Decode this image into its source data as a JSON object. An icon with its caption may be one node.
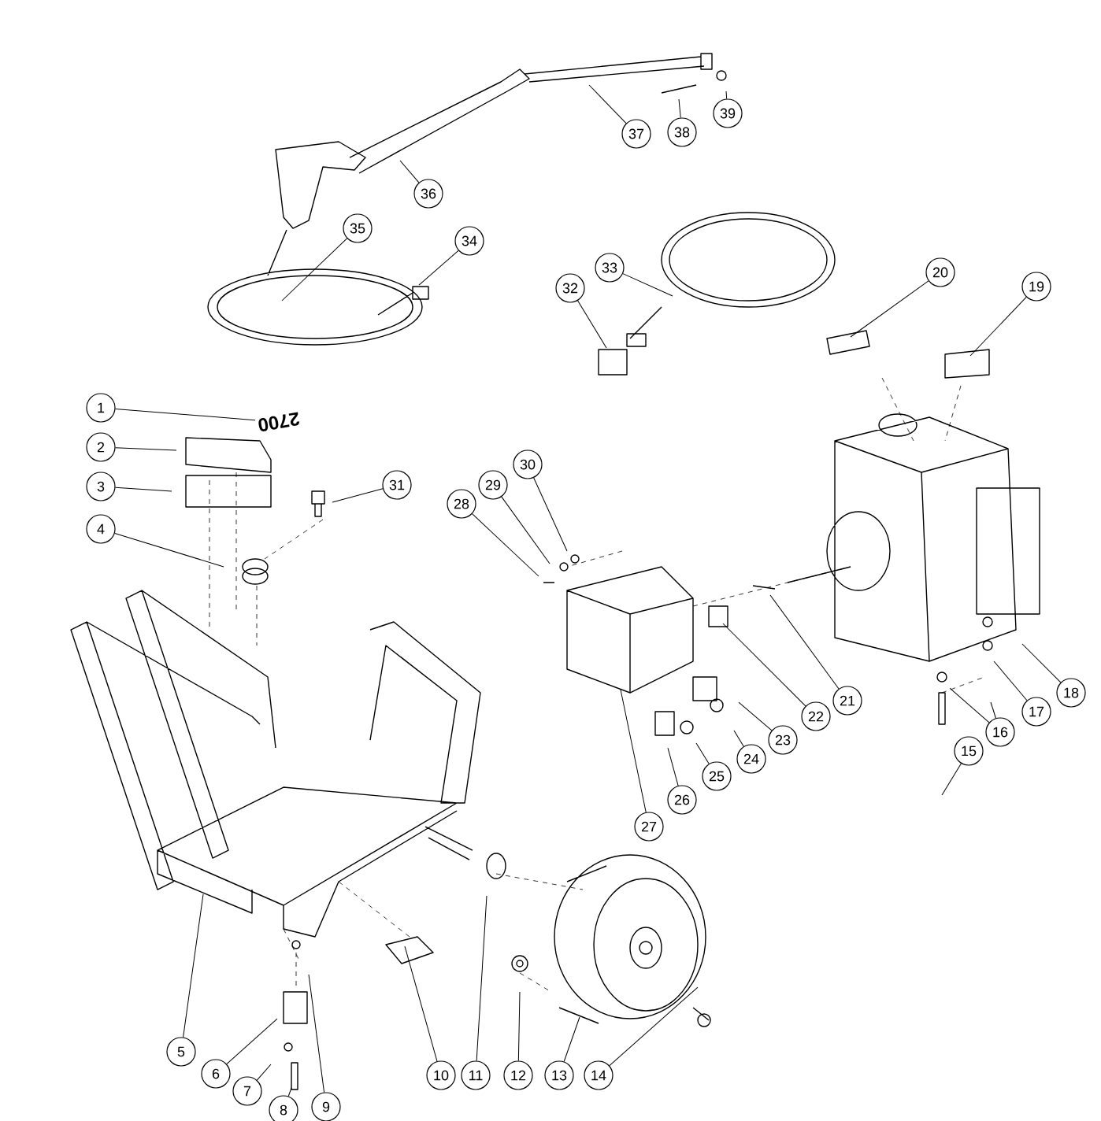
{
  "diagram": {
    "nodes": [
      {
        "text": [
          "1"
        ]
      },
      {
        "text": [
          "2"
        ]
      },
      {
        "text": [
          "3"
        ]
      },
      {
        "text": [
          "4"
        ]
      },
      {
        "text": [
          "5"
        ]
      },
      {
        "text": [
          "6"
        ]
      },
      {
        "text": [
          "7"
        ]
      },
      {
        "text": [
          "8"
        ]
      },
      {
        "text": [
          "9"
        ]
      },
      {
        "text": [
          "10"
        ]
      },
      {
        "text": [
          "11"
        ]
      },
      {
        "text": [
          "12"
        ]
      },
      {
        "text": [
          "13"
        ]
      },
      {
        "text": [
          "14"
        ]
      },
      {
        "text": [
          "15"
        ]
      },
      {
        "text": [
          "16"
        ]
      },
      {
        "text": [
          "17"
        ]
      },
      {
        "text": [
          "18"
        ]
      },
      {
        "text": [
          "19"
        ]
      },
      {
        "text": [
          "20"
        ]
      },
      {
        "text": [
          "21"
        ]
      },
      {
        "text": [
          "22"
        ]
      },
      {
        "text": [
          "23"
        ]
      },
      {
        "text": [
          "24"
        ]
      },
      {
        "text": [
          "25"
        ]
      },
      {
        "text": [
          "26"
        ]
      },
      {
        "text": [
          "27"
        ]
      },
      {
        "text": [
          "28"
        ]
      },
      {
        "text": [
          "29"
        ]
      },
      {
        "text": [
          "30"
        ]
      },
      {
        "text": [
          "31"
        ]
      },
      {
        "text": [
          "32"
        ]
      },
      {
        "text": [
          "33"
        ]
      },
      {
        "text": [
          "34"
        ]
      },
      {
        "text": [
          "35"
        ]
      },
      {
        "text": [
          "36"
        ]
      },
      {
        "text": [
          "37"
        ]
      },
      {
        "text": [
          "38"
        ]
      },
      {
        "text": [
          "39"
        ]
      },
      {
        "text": [
          "2700"
        ]
      }
    ],
    "edges": [
      {
        "from": 0,
        "to": 39,
        "arrow": "none"
      },
      {
        "from": 1,
        "to": null,
        "arrow": "none"
      },
      {
        "from": 2,
        "to": null,
        "arrow": "none"
      },
      {
        "from": 3,
        "to": null,
        "arrow": "none"
      },
      {
        "from": 4,
        "to": null,
        "arrow": "none"
      },
      {
        "from": 5,
        "to": null,
        "arrow": "none"
      },
      {
        "from": 6,
        "to": null,
        "arrow": "none"
      },
      {
        "from": 7,
        "to": null,
        "arrow": "none"
      },
      {
        "from": 8,
        "to": null,
        "arrow": "none"
      },
      {
        "from": 9,
        "to": null,
        "arrow": "none"
      },
      {
        "from": 10,
        "to": null,
        "arrow": "none"
      },
      {
        "from": 11,
        "to": null,
        "arrow": "none"
      },
      {
        "from": 12,
        "to": null,
        "arrow": "none"
      },
      {
        "from": 13,
        "to": null,
        "arrow": "none"
      },
      {
        "from": 14,
        "to": null,
        "arrow": "none"
      },
      {
        "from": 15,
        "to": null,
        "arrow": "none"
      },
      {
        "from": 15,
        "to": null,
        "arrow": "none"
      },
      {
        "from": 16,
        "to": null,
        "arrow": "none"
      },
      {
        "from": 17,
        "to": null,
        "arrow": "none"
      },
      {
        "from": 18,
        "to": null,
        "arrow": "none"
      },
      {
        "from": 19,
        "to": null,
        "arrow": "none"
      },
      {
        "from": 20,
        "to": null,
        "arrow": "none"
      },
      {
        "from": 21,
        "to": null,
        "arrow": "none"
      },
      {
        "from": 22,
        "to": null,
        "arrow": "none"
      },
      {
        "from": 23,
        "to": null,
        "arrow": "none"
      },
      {
        "from": 24,
        "to": null,
        "arrow": "none"
      },
      {
        "from": 25,
        "to": null,
        "arrow": "none"
      },
      {
        "from": 26,
        "to": null,
        "arrow": "none"
      },
      {
        "from": 27,
        "to": null,
        "arrow": "none"
      },
      {
        "from": 28,
        "to": null,
        "arrow": "none"
      },
      {
        "from": 29,
        "to": null,
        "arrow": "none"
      },
      {
        "from": 30,
        "to": null,
        "arrow": "none"
      },
      {
        "from": 31,
        "to": null,
        "arrow": "none"
      },
      {
        "from": 32,
        "to": null,
        "arrow": "none"
      },
      {
        "from": 33,
        "to": null,
        "arrow": "none"
      },
      {
        "from": 34,
        "to": null,
        "arrow": "none"
      },
      {
        "from": 35,
        "to": null,
        "arrow": "none"
      },
      {
        "from": 36,
        "to": null,
        "arrow": "none"
      },
      {
        "from": 37,
        "to": null,
        "arrow": "none"
      },
      {
        "from": 38,
        "to": null,
        "arrow": "none"
      }
    ]
  }
}
